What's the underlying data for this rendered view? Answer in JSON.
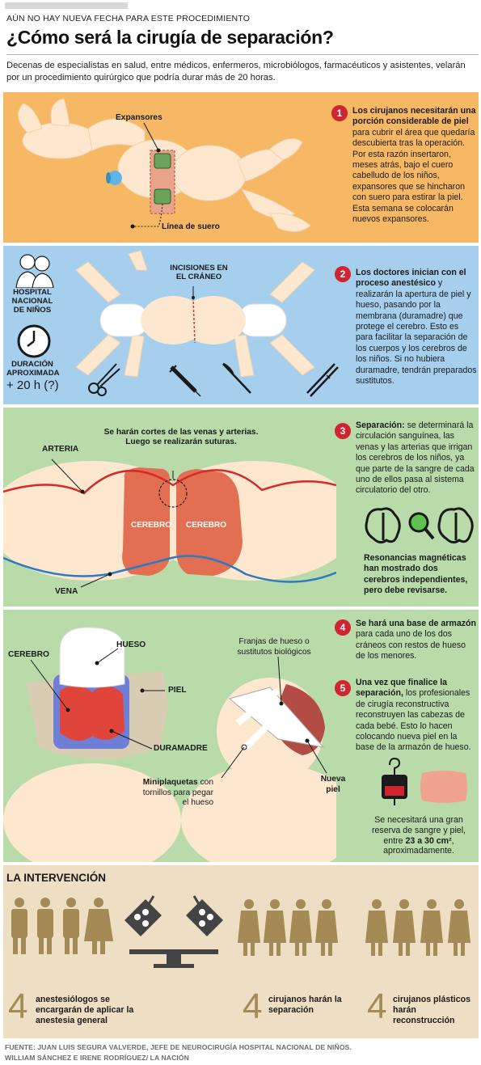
{
  "header": {
    "kicker": "AÚN NO HAY NUEVA FECHA PARA ESTE PROCEDIMIENTO",
    "title": "¿Cómo será la cirugía de separación?",
    "intro": "Decenas de especialistas en salud, entre médicos, enfermeros, microbiólogos, farmacéuticos y asistentes, velarán por un procedimiento quirúrgico que podría durar más de 20 horas."
  },
  "colors": {
    "orange": "#f7b866",
    "blue": "#a6cfee",
    "green": "#b9dba9",
    "beige": "#eedfc4",
    "badge": "#d02531",
    "accent": "#a48a55"
  },
  "step1": {
    "num": "1",
    "bold": "Los cirujanos necesitarán una porción considerable de piel",
    "text": " para cubrir el área que quedaría descubierta tras la operación. Por esta razón insertaron, meses atrás, bajo el cuero cabelludo de los niños, expansores que se hincharon con suero para estirar la piel. Esta semana se colocarán nuevos expansores.",
    "label_expansores": "Expansores",
    "label_linea": "Línea de suero"
  },
  "step2": {
    "num": "2",
    "bold": "Los doctores inician con el proceso anestésico",
    "text": " y realizarán la apertura de piel y hueso, pasando por la membrana (duramadre) que protege el cerebro. Esto es para facilitar la separación de los cuerpos y los cerebros de los niños. Si no hubiera duramadre, tendrán preparados sustitutos.",
    "hospital": "HOSPITAL NACIONAL DE NIÑOS",
    "duration_label": "DURACIÓN APROXIMADA",
    "duration_value": "+ 20 h (?)",
    "incisions": "INCISIONES EN EL CRÁNEO"
  },
  "step3": {
    "num": "3",
    "bold": "Separación:",
    "text": " se determinará la circulación sanguínea, las venas y las arterias que irrigan los cerebros de los niños, ya que parte de la sangre de cada uno de ellos pasa al sistema circulatorio del otro.",
    "cuts": "Se harán cortes de las venas y arterias. Luego se realizarán suturas.",
    "arteria": "ARTERIA",
    "vena": "VENA",
    "cerebro_left": "CEREBRO",
    "cerebro_right": "CEREBRO",
    "resonance": "Resonancias magnéticas han mostrado dos cerebros independientes, pero debe revisarse."
  },
  "step4": {
    "num": "4",
    "bold": "Se hará una base de armazón",
    "text": " para cada uno de los dos cráneos con restos de hueso de los menores.",
    "hueso": "HUESO",
    "cerebro": "CEREBRO",
    "piel": "PIEL",
    "duramadre": "DURAMADRE",
    "franjas": "Franjas de hueso o sustitutos biológicos",
    "miniplaquetas_bold": "Miniplaquetas",
    "miniplaquetas_text": "con tornillos para pegar el hueso",
    "nueva_piel": "Nueva piel"
  },
  "step5": {
    "num": "5",
    "bold": "Una vez que finalice la separación,",
    "text": " los profesionales de cirugía reconstructiva reconstruyen las cabezas de cada bebé. Esto lo hacen colocando nueva piel en la base de la armazón de hueso.",
    "reserve_pre": "Se necesitará una gran reserva de sangre y piel, entre ",
    "reserve_bold": "23 a 30 cm²",
    "reserve_post": ", aproximadamente."
  },
  "intervention": {
    "title": "LA INTERVENCIÓN",
    "groups": [
      {
        "count": "4",
        "text": "anestesiólogos se encargarán de aplicar la anestesia general"
      },
      {
        "count": "4",
        "text": "cirujanos harán la separación"
      },
      {
        "count": "4",
        "text": "cirujanos plásticos harán reconstrucción"
      }
    ]
  },
  "source": {
    "line1": "FUENTE: JUAN LUIS SEGURA VALVERDE, JEFE DE NEUROCIRUGÍA HOSPITAL NACIONAL DE NIÑOS.",
    "line2": "WILLIAM SÁNCHEZ E IRENE RODRÍGUEZ/ LA NACIÓN"
  }
}
